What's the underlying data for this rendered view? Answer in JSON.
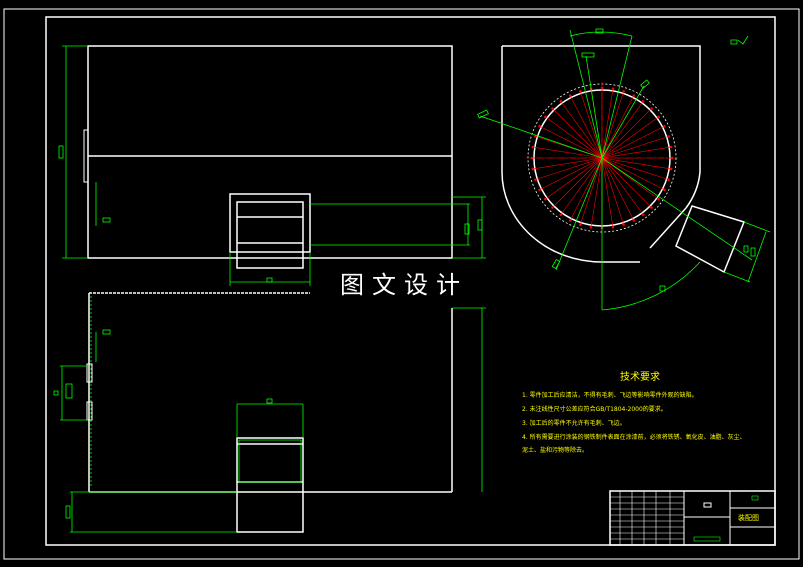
{
  "drawing": {
    "colors": {
      "background": "#000000",
      "outline": "#ffffff",
      "dimension": "#00ff00",
      "centerline": "#ff0000",
      "text": "#ffff00"
    },
    "views": [
      "top-view",
      "side-view",
      "fan-housing-view"
    ],
    "watermark": "图文设计",
    "technical_notes": {
      "title": "技术要求",
      "items": [
        "1. 零件加工后应清洁，不得有毛刺、飞边等影响零件外观的缺陷。",
        "2. 未注线性尺寸公差应符合GB/T1804-2000的要求。",
        "3. 加工后的零件不允许有毛刺、飞边。",
        "4. 所有需要进行涂装的钢铁制件表面在涂漆前，必须将铁锈、氧化皮、油脂、灰尘、",
        "泥土、盐和污物等除去。"
      ]
    },
    "title_block": {
      "drawing_name": "装配图"
    }
  }
}
